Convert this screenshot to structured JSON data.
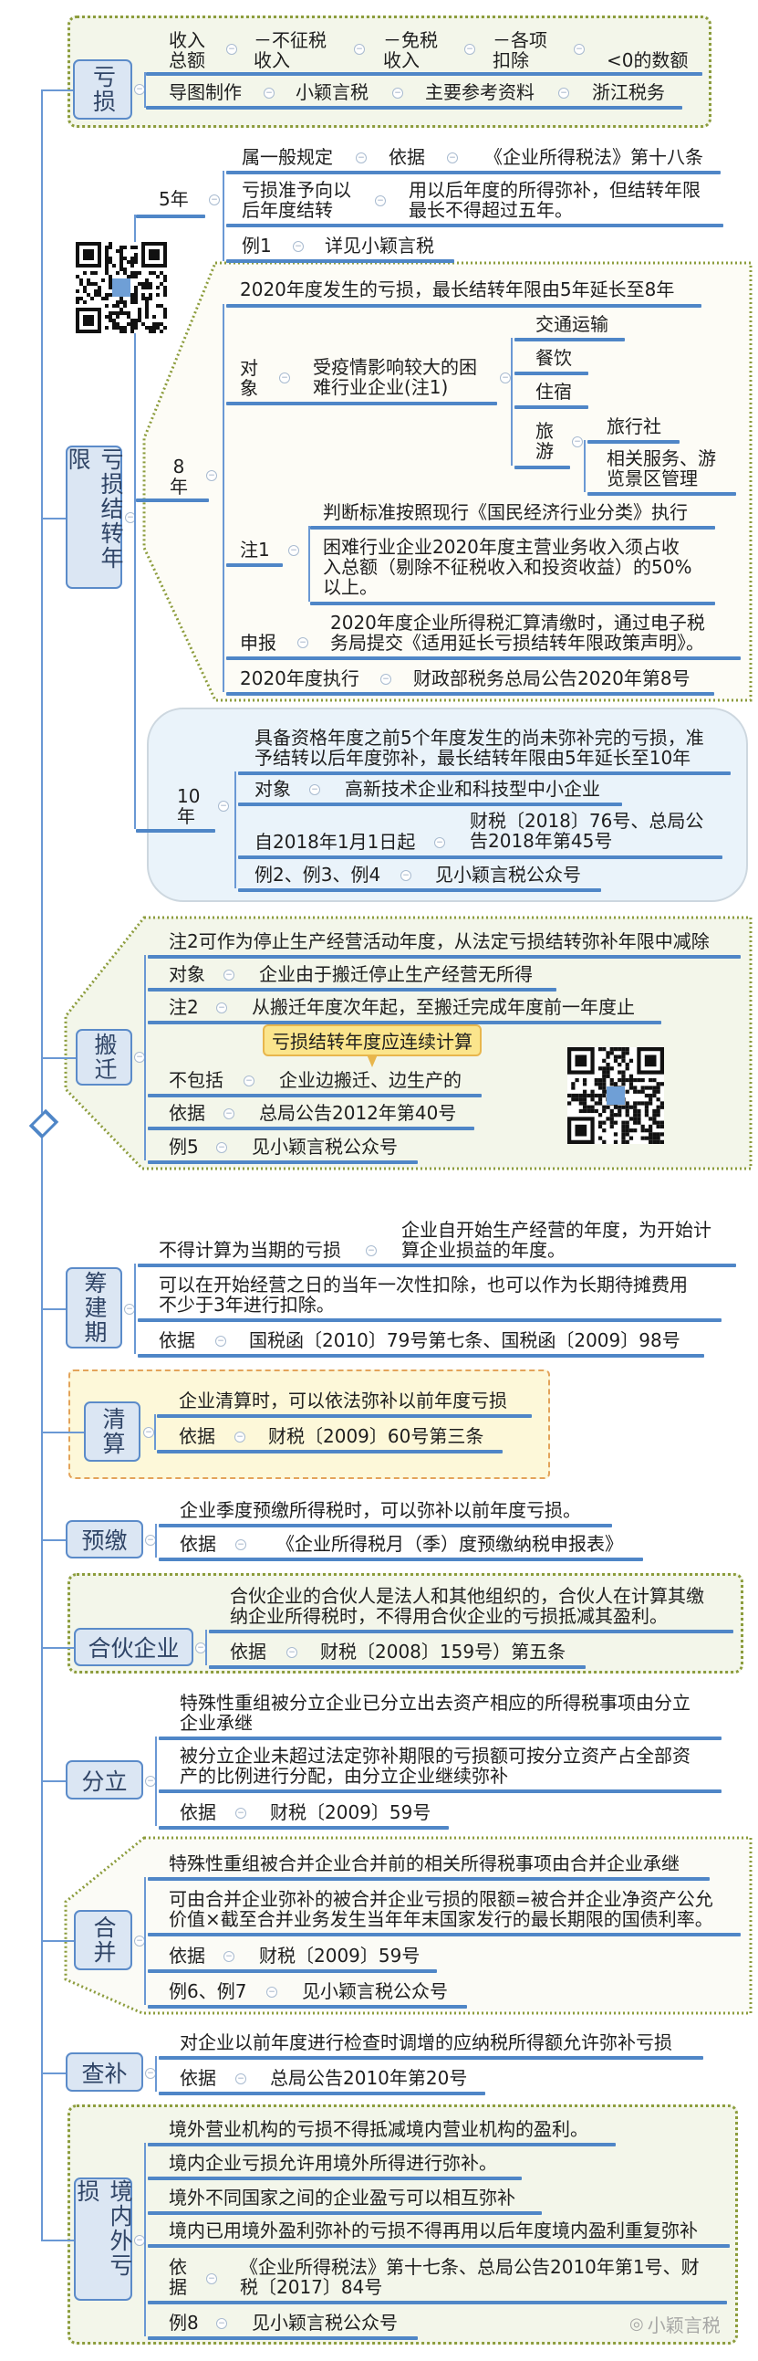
{
  "colors": {
    "underline": "#4f86c7",
    "node_fill": "#dbe6f3",
    "node_border": "#5b8bc9",
    "green_box": "#f3f6ea",
    "cloud_box": "#eaf3fa",
    "yellow_box": "#fdf8d9",
    "callout": "#fbe58c"
  },
  "loss": {
    "node": "亏损",
    "formula": [
      "收入\n总额",
      "－不征税\n收入",
      "－免税\n收入",
      "－各项\n扣除",
      "<0的数额"
    ],
    "credits": [
      "导图制作",
      "小颖言税",
      "主要参考资料",
      "浙江税务"
    ]
  },
  "carry": {
    "node": "亏损结转年限",
    "five": {
      "label": "5年",
      "general": "属一般规定",
      "basis": "依据",
      "law": "《企业所得税法》第十八条",
      "carry_label": "亏损准予向以\n后年度结转",
      "carry_value": "用以后年度的所得弥补，但结转年限\n最长不得超过五年。",
      "example": "例1",
      "example_value": "详见小颖言税"
    },
    "eight": {
      "label": "8\n年",
      "headline": "2020年度发生的亏损，最长结转年限由5年延长至8年",
      "target_label": "对\n象",
      "target_value": "受疫情影响较大的困\n难行业企业(注1)",
      "industries": [
        "交通运输",
        "餐饮",
        "住宿"
      ],
      "tourism": "旅\n游",
      "tourism_items": [
        "旅行社",
        "相关服务、游\n览景区管理"
      ],
      "note_label": "注1",
      "note_items": [
        "判断标准按照现行《国民经济行业分类》执行",
        "困难行业企业2020年度主营业务收入须占收\n入总额（剔除不征税收入和投资收益）的50%\n以上。"
      ],
      "declare_label": "申报",
      "declare_value": "2020年度企业所得税汇算清缴时，通过电子税\n务局提交《适用延长亏损结转年限政策声明》。",
      "exec_label": "2020年度执行",
      "exec_value": "财政部税务总局公告2020年第8号"
    },
    "ten": {
      "label": "10\n年",
      "headline": "具备资格年度之前5个年度发生的尚未弥补完的亏损，准\n予结转以后年度弥补，最长结转年限由5年延长至10年",
      "target_label": "对象",
      "target_value": "高新技术企业和科技型中小企业",
      "since_label": "自2018年1月1日起",
      "since_value": "财税〔2018〕76号、总局公\n告2018年第45号",
      "example_label": "例2、例3、例4",
      "example_value": "见小颖言税公众号"
    }
  },
  "relocation": {
    "node": "搬迁",
    "headline": "注2可作为停止生产经营活动年度，从法定亏损结转弥补年限中减除",
    "target_label": "对象",
    "target_value": "企业由于搬迁停止生产经营无所得",
    "note_label": "注2",
    "note_value": "从搬迁年度次年起，至搬迁完成年度前一年度止",
    "callout": "亏损结转年度应连续计算",
    "exclude_label": "不包括",
    "exclude_value": "企业边搬迁、边生产的",
    "basis_label": "依据",
    "basis_value": "总局公告2012年第40号",
    "example_label": "例5",
    "example_value": "见小颖言税公众号"
  },
  "preparation": {
    "node": "筹建期",
    "not_label": "不得计算为当期的亏损",
    "not_value": "企业自开始生产经营的年度，为开始计\n算企业损益的年度。",
    "deduct": "可以在开始经营之日的当年一次性扣除，也可以作为长期待摊费用\n不少于3年进行扣除。",
    "basis_label": "依据",
    "basis_value": "国税函〔2010〕79号第七条、国税函〔2009〕98号"
  },
  "liquidation": {
    "node": "清算",
    "rule": "企业清算时，可以依法弥补以前年度亏损",
    "basis_label": "依据",
    "basis_value": "财税〔2009〕60号第三条"
  },
  "prepay": {
    "node": "预缴",
    "rule": "企业季度预缴所得税时，可以弥补以前年度亏损。",
    "basis_label": "依据",
    "basis_value": "《企业所得税月（季）度预缴纳税申报表》"
  },
  "partnership": {
    "node": "合伙企业",
    "rule": "合伙企业的合伙人是法人和其他组织的，合伙人在计算其缴\n纳企业所得税时，不得用合伙企业的亏损抵减其盈利。",
    "basis_label": "依据",
    "basis_value": "财税〔2008〕159号）第五条"
  },
  "division": {
    "node": "分立",
    "rule1": "特殊性重组被分立企业已分立出去资产相应的所得税事项由分立\n企业承继",
    "rule2": "被分立企业未超过法定弥补期限的亏损额可按分立资产占全部资\n产的比例进行分配，由分立企业继续弥补",
    "basis_label": "依据",
    "basis_value": "财税〔2009〕59号"
  },
  "merger": {
    "node": "合并",
    "rule1": "特殊性重组被合并企业合并前的相关所得税事项由合并企业承继",
    "rule2": "可由合并企业弥补的被合并企业亏损的限额=被合并企业净资产公允\n价值×截至合并业务发生当年年末国家发行的最长期限的国债利率。",
    "basis_label": "依据",
    "basis_value": "财税〔2009〕59号",
    "example_label": "例6、例7",
    "example_value": "见小颖言税公众号"
  },
  "audit": {
    "node": "查补",
    "rule": "对企业以前年度进行检查时调增的应纳税所得额允许弥补亏损",
    "basis_label": "依据",
    "basis_value": "总局公告2010年第20号"
  },
  "crossborder": {
    "node": "境内外亏损",
    "rules": [
      "境外营业机构的亏损不得抵减境内营业机构的盈利。",
      "境内企业亏损允许用境外所得进行弥补。",
      "境外不同国家之间的企业盈亏可以相互弥补",
      "境内已用境外盈利弥补的亏损不得再用以后年度境内盈利重复弥补"
    ],
    "basis_label": "依\n据",
    "basis_value": "《企业所得税法》第十七条、总局公告2010年第1号、财\n税〔2017〕84号",
    "example_label": "例8",
    "example_value": "见小颖言税公众号"
  },
  "watermark": {
    "icon": "wechat-icon",
    "text": "小颖言税"
  },
  "icons": {
    "collapse": "⊖",
    "root": "diamond-icon",
    "qr": "qr-code"
  }
}
